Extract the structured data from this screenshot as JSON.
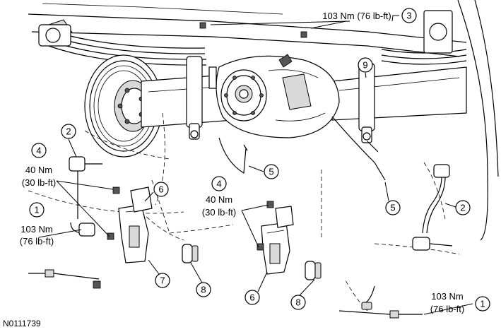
{
  "figure_id": "N0111739",
  "callouts": [
    {
      "id": "c1-left",
      "number": "1"
    },
    {
      "id": "c1-right",
      "number": "1"
    },
    {
      "id": "c2-left",
      "number": "2"
    },
    {
      "id": "c2-right",
      "number": "2"
    },
    {
      "id": "c3",
      "number": "3"
    },
    {
      "id": "c4-left",
      "number": "4"
    },
    {
      "id": "c4-center",
      "number": "4"
    },
    {
      "id": "c5-center",
      "number": "5"
    },
    {
      "id": "c5-right",
      "number": "5"
    },
    {
      "id": "c6-left",
      "number": "6"
    },
    {
      "id": "c6-right",
      "number": "6"
    },
    {
      "id": "c7",
      "number": "7"
    },
    {
      "id": "c8-left",
      "number": "8"
    },
    {
      "id": "c8-right",
      "number": "8"
    },
    {
      "id": "c9",
      "number": "9"
    }
  ],
  "torque_specs": {
    "top_nm": "103 Nm (76 lb-ft)",
    "left_40_nm": "40 Nm",
    "left_40_lbft": "(30 lb-ft)",
    "left_103_nm": "103 Nm",
    "left_103_lbft": "(76 lb-ft)",
    "center_40_nm": "40 Nm",
    "center_40_lbft": "(30 lb-ft)",
    "right_103_nm": "103 Nm",
    "right_103_lbft": "(76 lb-ft)"
  }
}
